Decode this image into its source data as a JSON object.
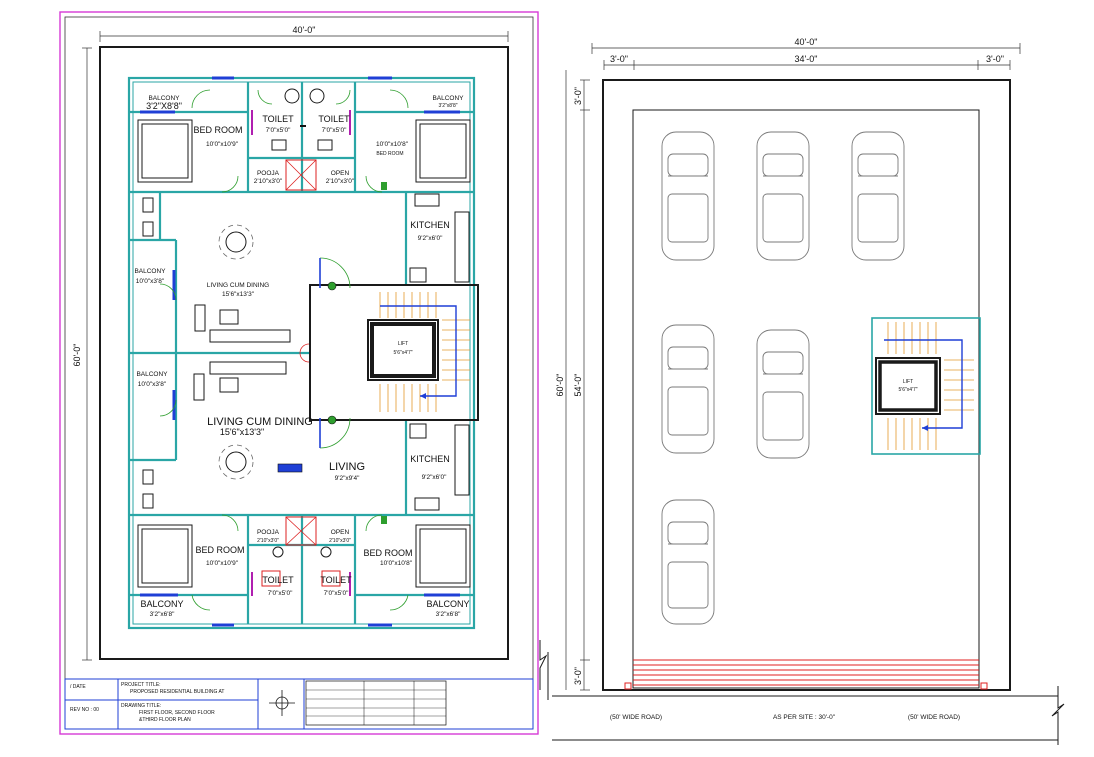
{
  "plan_left": {
    "overall_width_dim": "40'-0\"",
    "overall_height_dim": "60'-0\"",
    "rooms": {
      "balcony_tl": {
        "name": "BALCONY",
        "size": "3'2\"X8'8\""
      },
      "balcony_tr": {
        "name": "BALCONY",
        "size": "3'2\"x8'8\""
      },
      "bedroom_tl": {
        "name": "BED ROOM",
        "size": "10'0\"x10'9\""
      },
      "bedroom_tr": {
        "name": "BED ROOM",
        "size": "10'0\"x10'8\""
      },
      "toilet_1": {
        "name": "TOILET",
        "size": "7'0\"x5'0\""
      },
      "toilet_2": {
        "name": "TOILET",
        "size": "7'0\"x5'0\""
      },
      "pooja_top": {
        "name": "POOJA",
        "size": "2'10\"x3'0\""
      },
      "open_top": {
        "name": "OPEN",
        "size": "2'10\"x3'0\""
      },
      "kitchen_top": {
        "name": "KITCHEN",
        "size": "9'2\"x6'0\""
      },
      "balcony_ml": {
        "name": "BALCONY",
        "size": "10'0\"x3'8\""
      },
      "living_dining_top": {
        "name": "LIVING CUM DINING",
        "size": "15'6\"x13'3\""
      },
      "lift_left": {
        "name": "LIFT",
        "size": "5'6\"x4'7\""
      },
      "balcony_ml2": {
        "name": "BALCONY",
        "size": "10'0\"x3'8\""
      },
      "living_dining_bot": {
        "name": "LIVING CUM DINING",
        "size": "15'6\"x13'3\""
      },
      "living": {
        "name": "LIVING",
        "size": "9'2\"x9'4\""
      },
      "kitchen_bot": {
        "name": "KITCHEN",
        "size": "9'2\"x6'0\""
      },
      "pooja_bot": {
        "name": "POOJA",
        "size": "2'10\"x3'0\""
      },
      "open_bot": {
        "name": "OPEN",
        "size": "2'10\"x3'0\""
      },
      "bedroom_bl": {
        "name": "BED ROOM",
        "size": "10'0\"x10'9\""
      },
      "bedroom_br": {
        "name": "BED ROOM",
        "size": "10'0\"x10'8\""
      },
      "toilet_3": {
        "name": "TOILET",
        "size": "7'0\"x5'0\""
      },
      "toilet_4": {
        "name": "TOILET",
        "size": "7'0\"x5'0\""
      },
      "balcony_bl": {
        "name": "BALCONY",
        "size": "3'2\"x6'8\""
      },
      "balcony_br": {
        "name": "BALCONY",
        "size": "3'2\"x6'8\""
      }
    }
  },
  "plan_right": {
    "overall_width_dim": "40'-0\"",
    "seg_left": "3'-0\"",
    "seg_mid": "34'-0\"",
    "seg_right": "3'-0\"",
    "height_outer": "60'-0\"",
    "height_inner": "54'-0\"",
    "top_margin": "3'-0\"",
    "bottom_margin": "3'-0\"",
    "lift": {
      "name": "LIFT",
      "size": "5'6\"x4'7\""
    },
    "road_left": "(50' WIDE ROAD)",
    "road_center": "AS PER SITE : 30'-0\"",
    "road_right": "(50' WIDE ROAD)"
  },
  "title_block": {
    "date_label": "/ DATE",
    "project_title_label": "PROJECT TITLE:",
    "project_title": "PROPOSED RESIDENTIAL BUILDING  AT",
    "rev_no": "REV NO : 00",
    "drawing_title_label": "DRAWING TITLE:",
    "drawing_title_1": "FIRST FLOOR, SECOND FLOOR",
    "drawing_title_2": "&THIRD FLOOR PLAN"
  },
  "colors": {
    "frame_border": "#d63ad6",
    "wall": "#2aa6a6",
    "window": "#1f3fd6",
    "stair": "#e39a2c",
    "door_swing": "#2e9e2e",
    "entry_steps": "#e02020"
  }
}
